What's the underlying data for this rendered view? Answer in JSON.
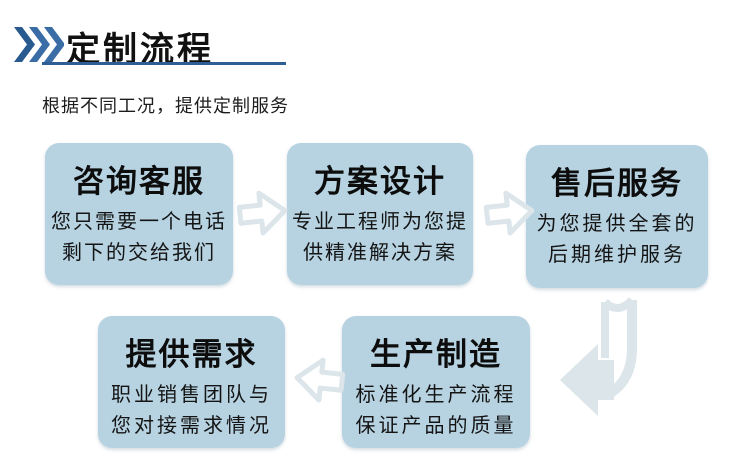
{
  "header": {
    "title": "定制流程",
    "subtitle": "根据不同工况，提供定制服务",
    "underline_color": "#2e5f94",
    "chevron_color_primary": "#28598f",
    "chevron_color_secondary": "#3a6ca6"
  },
  "flow": {
    "box_color": "#b7d3e2",
    "arrow_color": "#dbe5ea",
    "steps": [
      {
        "title": "咨询客服",
        "line1": "您只需要一个电话",
        "line2": "剩下的交给我们"
      },
      {
        "title": "方案设计",
        "line1": "专业工程师为您提",
        "line2": "供精准解决方案"
      },
      {
        "title": "售后服务",
        "line1": "为您提供全套的",
        "line2": "后期维护服务"
      },
      {
        "title": "提供需求",
        "line1": "职业销售团队与",
        "line2": "您对接需求情况"
      },
      {
        "title": "生产制造",
        "line1": "标准化生产流程",
        "line2": "保证产品的质量"
      }
    ]
  }
}
